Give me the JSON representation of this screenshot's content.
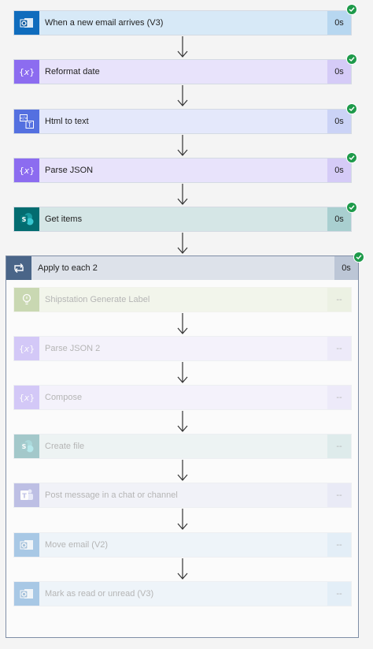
{
  "steps": [
    {
      "label": "When a new email arrives (V3)",
      "duration": "0s",
      "icon": "outlook-icon"
    },
    {
      "label": "Reformat date",
      "duration": "0s",
      "icon": "expression-icon"
    },
    {
      "label": "Html to text",
      "duration": "0s",
      "icon": "html-to-text-icon"
    },
    {
      "label": "Parse JSON",
      "duration": "0s",
      "icon": "expression-icon"
    },
    {
      "label": "Get items",
      "duration": "0s",
      "icon": "sharepoint-icon"
    }
  ],
  "loop": {
    "label": "Apply to each 2",
    "duration": "0s",
    "steps": [
      {
        "label": "Shipstation Generate Label",
        "duration": "--",
        "icon": "lightbulb-icon"
      },
      {
        "label": "Parse JSON 2",
        "duration": "--",
        "icon": "expression-icon"
      },
      {
        "label": "Compose",
        "duration": "--",
        "icon": "expression-icon"
      },
      {
        "label": "Create file",
        "duration": "--",
        "icon": "sharepoint-icon"
      },
      {
        "label": "Post message in a chat or channel",
        "duration": "--",
        "icon": "teams-icon"
      },
      {
        "label": "Move email (V2)",
        "duration": "--",
        "icon": "outlook-icon"
      },
      {
        "label": "Mark as read or unread (V3)",
        "duration": "--",
        "icon": "outlook-icon"
      }
    ]
  },
  "colors": {
    "outlook": "#0f6cbd",
    "expression": "#8c6cf0",
    "sharepoint": "#036c70",
    "success": "#1e9a4a",
    "loop": "#4a6588"
  }
}
